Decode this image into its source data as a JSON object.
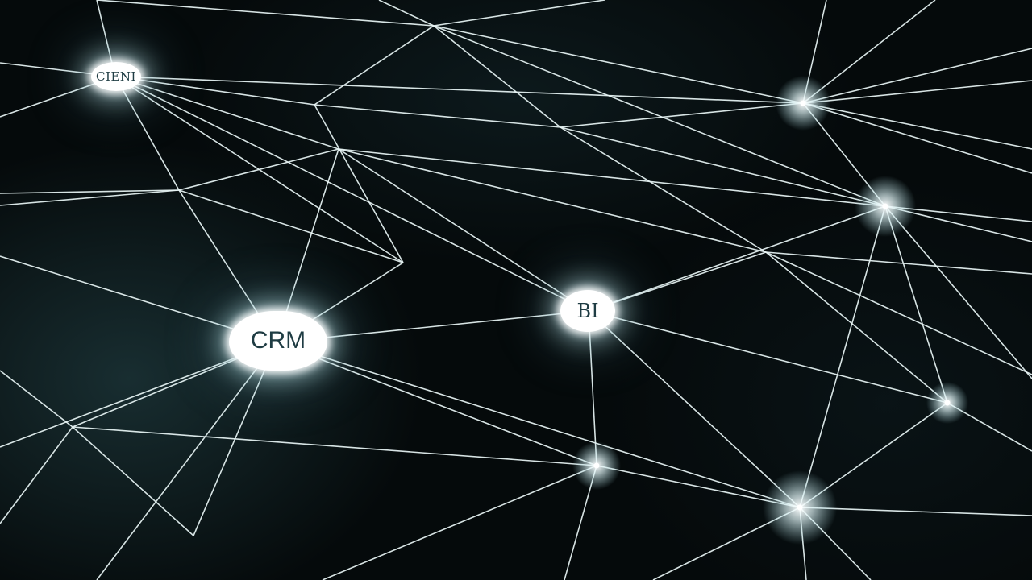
{
  "nodes": {
    "cient": {
      "label": "CIENI"
    },
    "crm": {
      "label": "CRM"
    },
    "bi": {
      "label": "BI"
    }
  },
  "colors": {
    "background": "#050a0b",
    "line": "#e9f6f6",
    "node_text": "#1f3c43",
    "node_fill": "#ffffff"
  }
}
